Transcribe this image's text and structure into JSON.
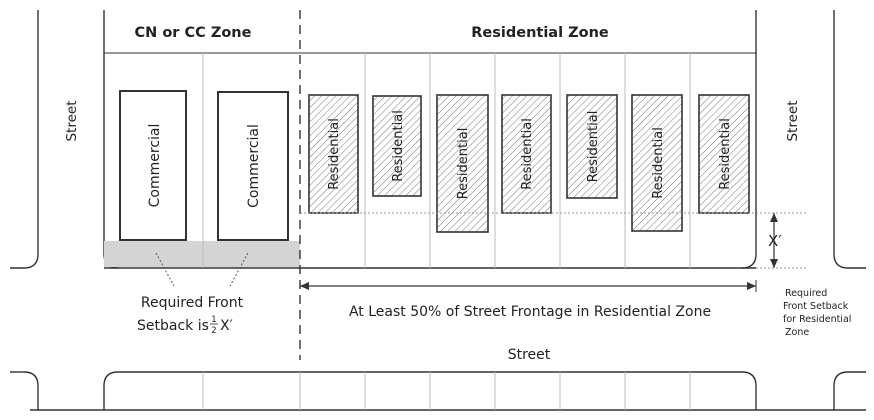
{
  "zones": {
    "commercial_title": "CN or CC Zone",
    "residential_title": "Residential Zone"
  },
  "streets": {
    "left": "Street",
    "right": "Street",
    "bottom": "Street"
  },
  "buildings": {
    "commercial_label": "Commercial",
    "residential_label": "Residential",
    "commercial_count": 2,
    "residential_count": 7
  },
  "annotations": {
    "commercial_setback_line1": "Required Front",
    "commercial_setback_prefix": "Setback is ",
    "commercial_setback_fraction_num": "1",
    "commercial_setback_fraction_den": "2",
    "commercial_setback_suffix": "X′",
    "setback_dimension": "X′",
    "frontage": "At Least 50% of Street Frontage in Residential Zone",
    "residential_setback_line1": "Required",
    "residential_setback_line2": "Front Setback",
    "residential_setback_line3": "for Residential",
    "residential_setback_line4": "Zone"
  },
  "colors": {
    "line": "#333333",
    "setback_fill": "#d4d4d4",
    "hatch": "#777777",
    "lot_line": "#bdbdbd"
  }
}
